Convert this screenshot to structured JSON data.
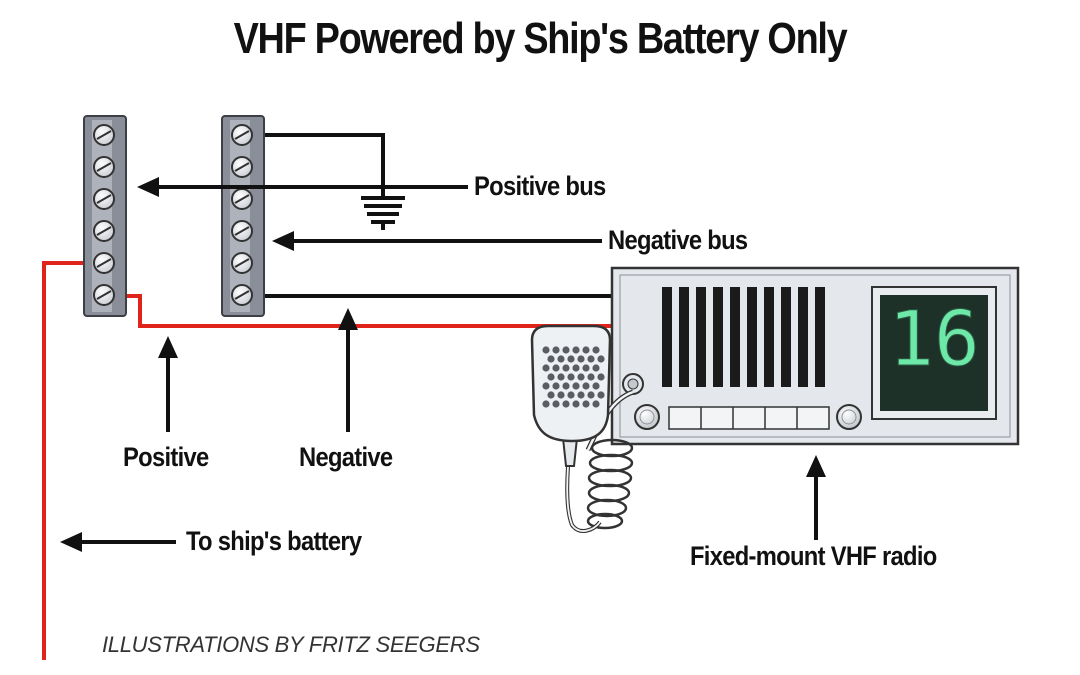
{
  "title": "VHF Powered by Ship's Battery Only",
  "labels": {
    "positive_bus": "Positive bus",
    "negative_bus": "Negative bus",
    "positive": "Positive",
    "negative": "Negative",
    "battery": "To ship's battery",
    "radio": "Fixed-mount VHF radio"
  },
  "radio_display": "16",
  "credit": "ILLUSTRATIONS BY FRITZ SEEGERS",
  "colors": {
    "positive_wire": "#e0241c",
    "negative_wire": "#111111",
    "bus_bar": "#8a8e99",
    "radio_body": "#e4e8ec",
    "display_bg": "#1d3128",
    "display_digits": "#6de8a8"
  }
}
